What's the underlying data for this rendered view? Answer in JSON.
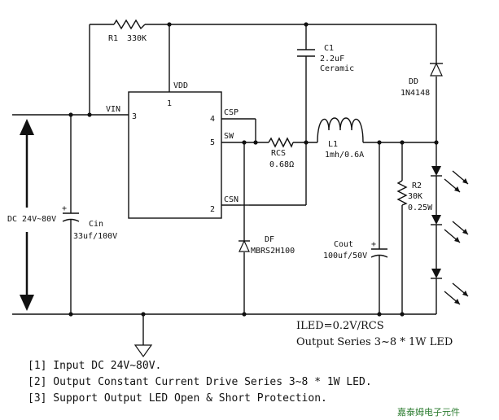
{
  "components": {
    "r1": {
      "ref": "R1",
      "value": "330K"
    },
    "c1": {
      "ref": "C1",
      "value": "2.2uF",
      "note": "Ceramic"
    },
    "dd": {
      "ref": "DD",
      "value": "1N4148"
    },
    "rcs": {
      "ref": "RCS",
      "value": "0.68Ω"
    },
    "l1": {
      "ref": "L1",
      "value": "1mh/0.6A"
    },
    "r2": {
      "ref": "R2",
      "value": "30K",
      "note": "0.25W"
    },
    "cout": {
      "ref": "Cout",
      "value": "100uf/50V"
    },
    "cin": {
      "ref": "Cin",
      "value": "33uf/100V"
    },
    "df": {
      "ref": "DF",
      "value": "MBRS2H100"
    }
  },
  "ic": {
    "pins": {
      "vdd": {
        "name": "VDD",
        "num": "1"
      },
      "vin": {
        "name": "VIN",
        "num": "3"
      },
      "csp": {
        "name": "CSP",
        "num": "4"
      },
      "sw": {
        "name": "SW",
        "num": "5"
      },
      "csn": {
        "name": "CSN",
        "num": "2"
      }
    }
  },
  "input_label": "DC 24V~80V",
  "formula": "ILED=0.2V/RCS",
  "output_series": "Output Series 3~8 * 1W LED",
  "notes": [
    "[1] Input DC 24V~80V.",
    "[2] Output Constant Current Drive Series 3~8 * 1W LED.",
    "[3] Support Output LED Open & Short Protection."
  ],
  "watermark": "嘉泰姆电子元件"
}
